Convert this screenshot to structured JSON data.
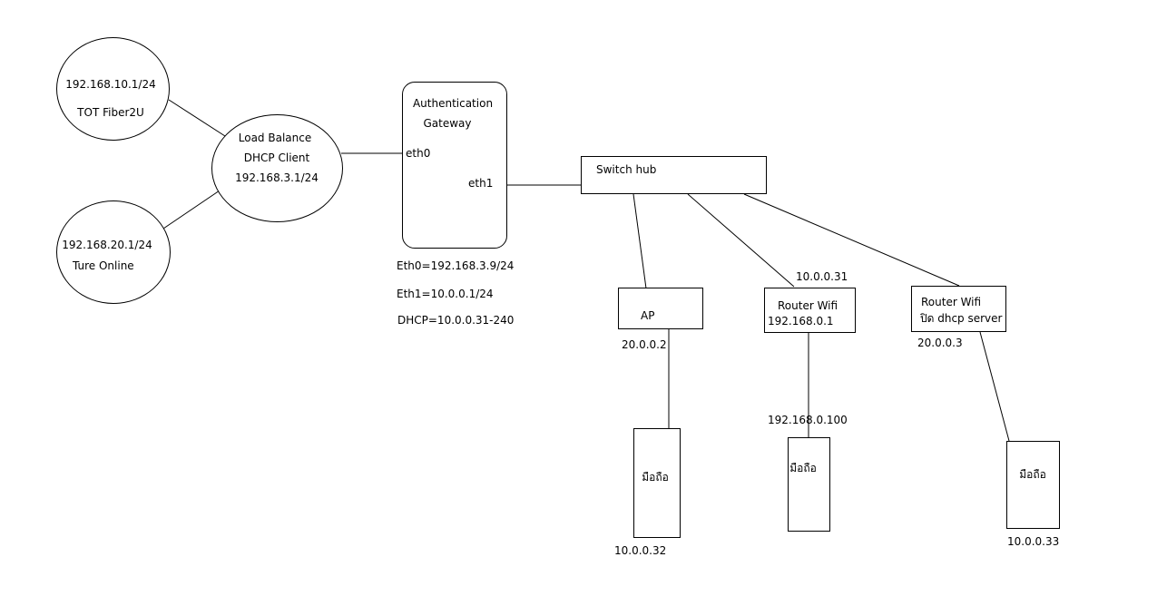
{
  "nodes": {
    "tot": {
      "ip": "192.168.10.1/24",
      "name": "TOT Fiber2U"
    },
    "true_online": {
      "ip": "192.168.20.1/24",
      "name": "Ture Online"
    },
    "load_balance": {
      "line1": "Load Balance",
      "line2": "DHCP Client",
      "line3": "192.168.3.1/24"
    },
    "auth_gateway": {
      "line1": "Authentication",
      "line2": "Gateway",
      "eth0": "eth0",
      "eth1": "eth1"
    },
    "gateway_config": {
      "eth0": "Eth0=192.168.3.9/24",
      "eth1": "Eth1=10.0.0.1/24",
      "dhcp": "DHCP=10.0.0.31-240"
    },
    "switch": {
      "label": "Switch hub"
    },
    "ap": {
      "label": "AP",
      "ip": "20.0.0.2"
    },
    "router1": {
      "line1": "Router Wifi",
      "line2": "192.168.0.1",
      "uplink_ip": "10.0.0.31"
    },
    "router2": {
      "line1": "Router Wifi",
      "line2": "ปิด dhcp server",
      "ip": "20.0.0.3"
    },
    "phone1": {
      "label": "มือถือ",
      "ip": "10.0.0.32"
    },
    "phone2": {
      "label": "มือถือ",
      "ip": "192.168.0.100"
    },
    "phone3": {
      "label": "มือถือ",
      "ip": "10.0.0.33"
    }
  },
  "colors": {
    "line": "#000000",
    "background": "#ffffff"
  }
}
